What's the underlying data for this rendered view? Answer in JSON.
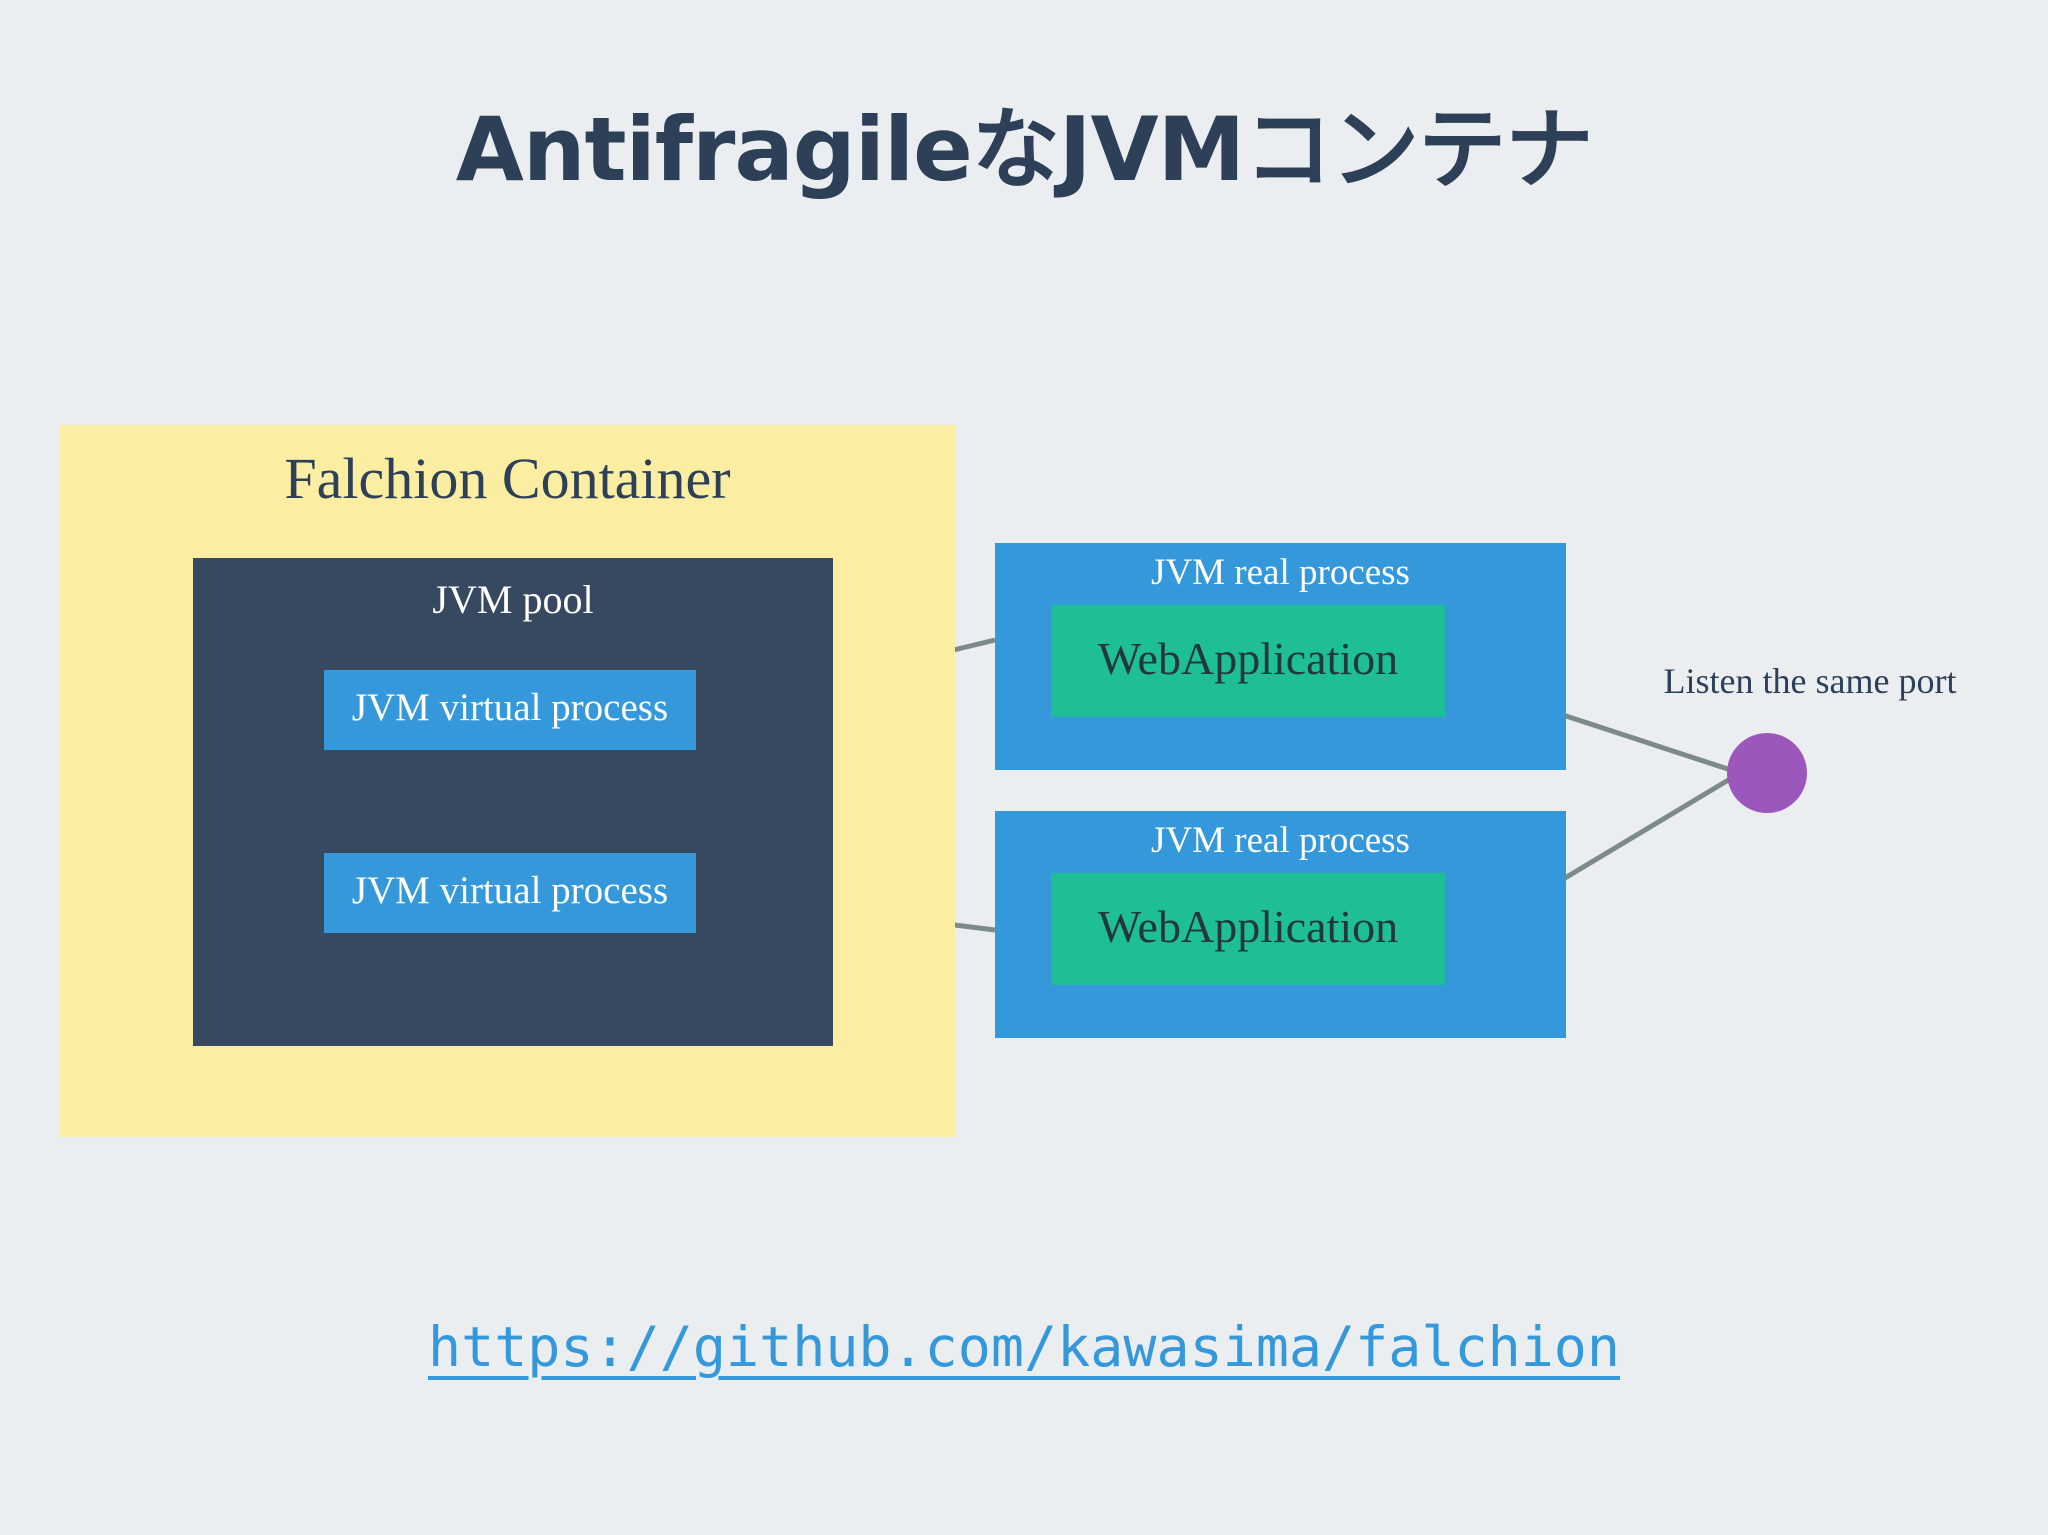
{
  "slide": {
    "title": "AntifragileなJVMコンテナ",
    "background_color": "#eaeef1",
    "title_color": "#2e4057"
  },
  "falchion_container": {
    "label": "Falchion Container",
    "color": "#fbeda1"
  },
  "jvm_pool": {
    "label": "JVM pool",
    "color": "#374861",
    "virtual_processes": [
      {
        "label": "JVM virtual process"
      },
      {
        "label": "JVM virtual process"
      }
    ],
    "virtual_process_color": "#3498db"
  },
  "real_processes": [
    {
      "label": "JVM real process",
      "app_label": "WebApplication"
    },
    {
      "label": "JVM real process",
      "app_label": "WebApplication"
    }
  ],
  "real_process_color": "#3498db",
  "webapp_color": "#1fbf96",
  "port_node": {
    "label": "Listen the same port",
    "color": "#9b57bc"
  },
  "footer": {
    "url": "https://github.com/kawasima/falchion",
    "url_color": "#3498db"
  },
  "connector_color": "#7c8a8c"
}
